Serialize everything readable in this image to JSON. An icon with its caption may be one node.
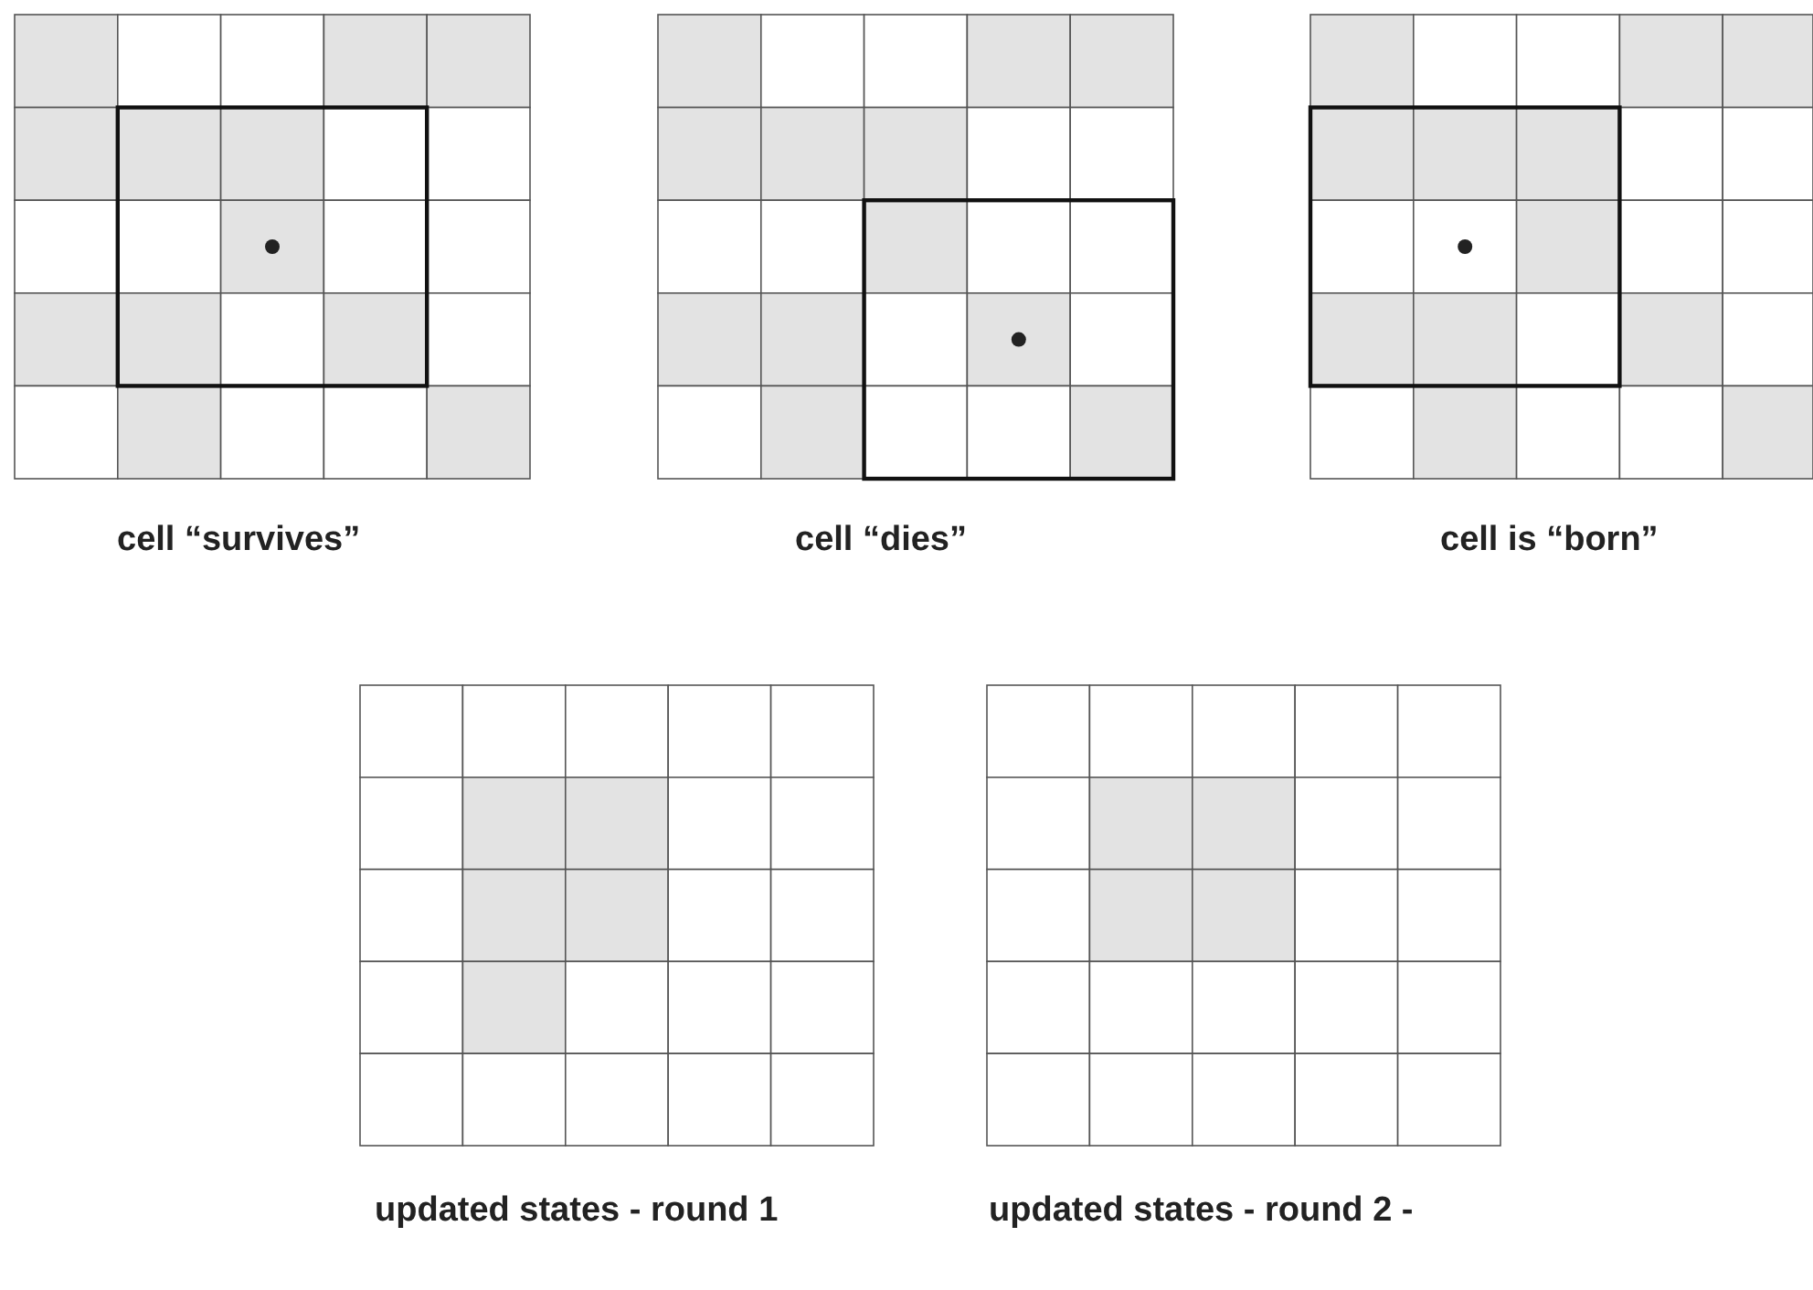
{
  "diagram": {
    "labels": [
      "cell “survives”",
      "cell “dies”",
      "cell is “born”",
      "updated states - round 1",
      "updated states - round 2 -"
    ]
  }
}
